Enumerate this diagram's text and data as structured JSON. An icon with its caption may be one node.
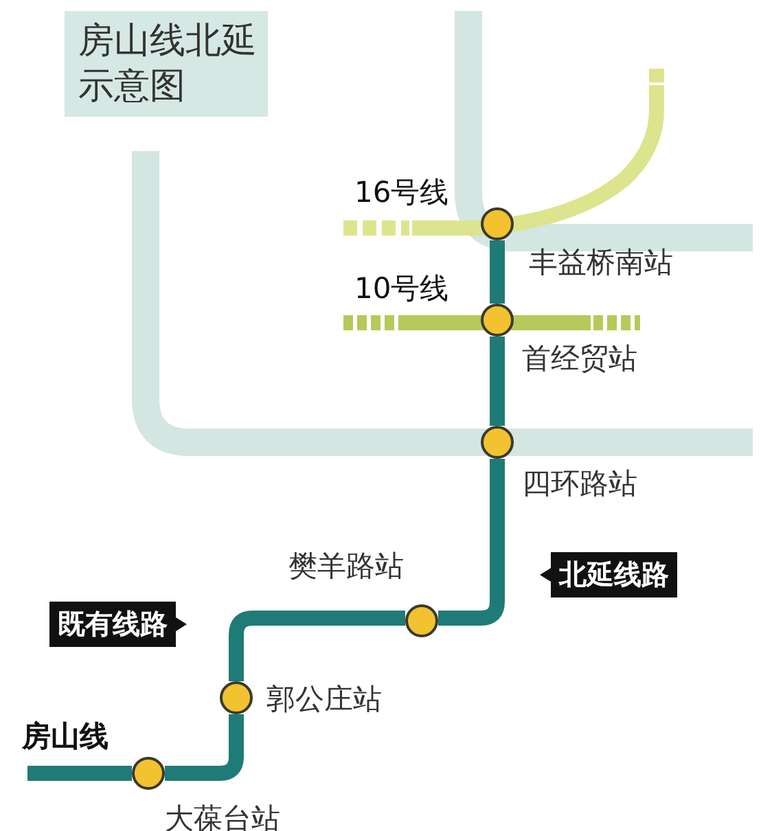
{
  "diagram": {
    "title": "房山线北延示意图",
    "nodes": [
      {
        "text": [],
        "shape": "circle",
        "beside": [
          "丰益桥南站"
        ]
      },
      {
        "text": [],
        "shape": "circle",
        "beside": [
          "首经贸站"
        ]
      },
      {
        "text": [],
        "shape": "circle",
        "beside": [
          "四环路站"
        ]
      },
      {
        "text": [],
        "shape": "circle",
        "beside": [
          "樊羊路站"
        ]
      },
      {
        "text": [],
        "shape": "circle",
        "beside": [
          "郭公庄站"
        ]
      },
      {
        "text": [],
        "shape": "circle",
        "beside": [
          "大葆台站"
        ]
      }
    ],
    "edges": [
      {
        "from": null,
        "to": 5,
        "arrow": "none"
      },
      {
        "from": 5,
        "to": 4,
        "arrow": "none"
      },
      {
        "from": 4,
        "to": 3,
        "arrow": "none"
      },
      {
        "from": 3,
        "to": 2,
        "arrow": "none"
      },
      {
        "from": 2,
        "to": 1,
        "arrow": "none"
      },
      {
        "from": 1,
        "to": 0,
        "arrow": "none"
      }
    ],
    "labels": [
      "16号线",
      "10号线",
      "北延线路",
      "既有线路",
      "房山线"
    ]
  }
}
